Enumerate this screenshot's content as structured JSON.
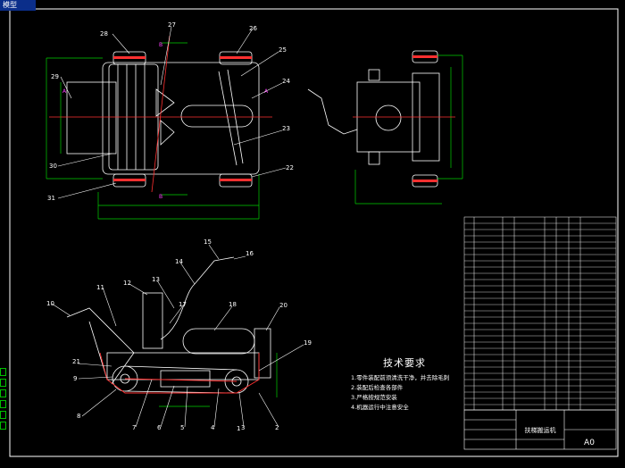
{
  "window": {
    "tab_label": "模型"
  },
  "colors": {
    "background": "#000000",
    "line": "#ffffff",
    "accent_red": "#ff3030",
    "accent_green": "#00d000",
    "accent_blue": "#6080ff",
    "accent_magenta": "#ff40ff"
  },
  "top_view_labels": [
    "28",
    "27",
    "26",
    "25",
    "24",
    "29",
    "23",
    "30",
    "22",
    "31"
  ],
  "side_view_labels": [
    "15",
    "16",
    "14",
    "13",
    "11",
    "12",
    "10",
    "17",
    "18",
    "20",
    "19",
    "21",
    "9",
    "8",
    "7",
    "6",
    "5",
    "4",
    "3",
    "2",
    "1"
  ],
  "tech_requirements": {
    "title": "技术要求",
    "items": [
      "1.零件装配前须清洗干净，并去除毛刺",
      "2.装配后检查各部件",
      "3.严格按规范安装",
      "4.机器运行中注意安全"
    ]
  },
  "title_block": {
    "drawing_name": "扶梯搬运机",
    "sheet_size": "A0"
  }
}
